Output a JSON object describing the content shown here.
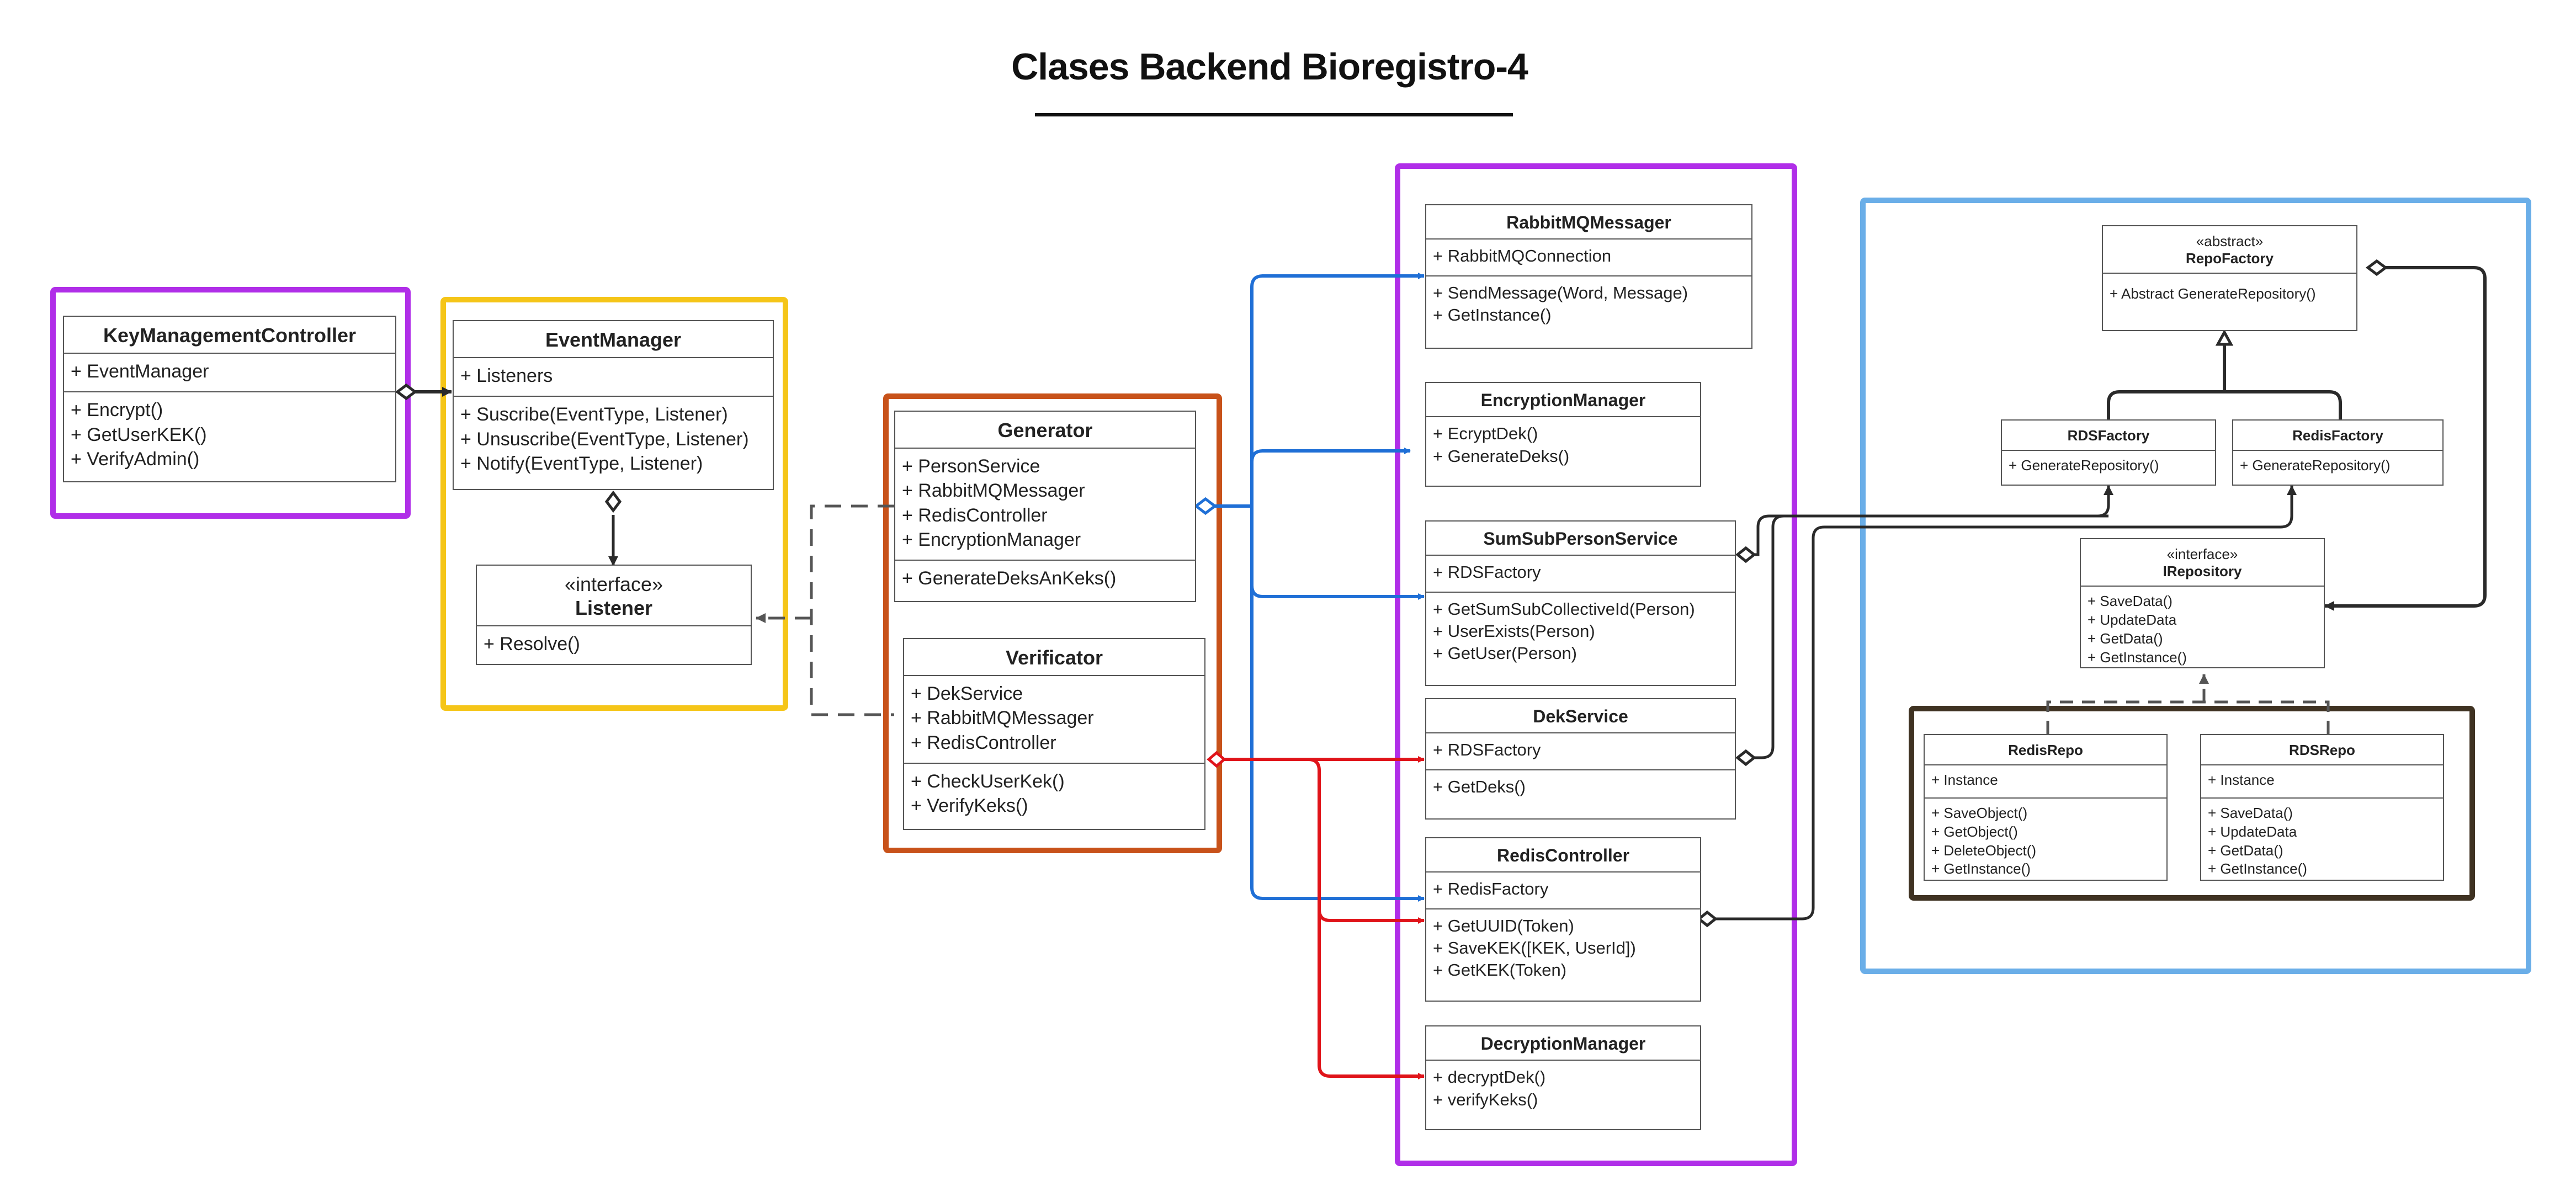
{
  "title": "Clases Backend Bioregistro-4",
  "colors": {
    "purple": "#b02ee8",
    "yellow": "#f5c518",
    "orange": "#c8521a",
    "light_blue": "#6aaee8",
    "dark_brown": "#3f3222",
    "blue_link": "#1f6fd6",
    "red_link": "#e0141a",
    "black_link": "#2a2a2a",
    "dashed_link": "#555555"
  },
  "classes": {
    "key_management_controller": {
      "name": "KeyManagementController",
      "attributes": [
        "+ EventManager"
      ],
      "methods": [
        "+ Encrypt()",
        "+ GetUserKEK()",
        "+ VerifyAdmin()"
      ]
    },
    "event_manager": {
      "name": "EventManager",
      "attributes": [
        "+ Listeners"
      ],
      "methods": [
        "+ Suscribe(EventType, Listener)",
        "+ Unsuscribe(EventType, Listener)",
        "+ Notify(EventType, Listener)"
      ]
    },
    "listener": {
      "stereotype": "«interface»",
      "name": "Listener",
      "methods": [
        "+ Resolve()"
      ]
    },
    "generator": {
      "name": "Generator",
      "attributes": [
        "+ PersonService",
        "+ RabbitMQMessager",
        "+ RedisController",
        "+ EncryptionManager"
      ],
      "methods": [
        "+ GenerateDeksAnKeks()"
      ]
    },
    "verificator": {
      "name": "Verificator",
      "attributes": [
        "+ DekService",
        "+ RabbitMQMessager",
        "+ RedisController"
      ],
      "methods": [
        "+ CheckUserKek()",
        "+ VerifyKeks()"
      ]
    },
    "rabbitmq_messager": {
      "name": "RabbitMQMessager",
      "attributes": [
        "+ RabbitMQConnection"
      ],
      "methods": [
        "+ SendMessage(Word, Message)",
        "+ GetInstance()"
      ]
    },
    "encryption_manager": {
      "name": "EncryptionManager",
      "methods": [
        "+ EcryptDek()",
        "+ GenerateDeks()"
      ]
    },
    "sumsub_person_service": {
      "name": "SumSubPersonService",
      "attributes": [
        "+ RDSFactory"
      ],
      "methods": [
        "+ GetSumSubCollectiveId(Person)",
        "+ UserExists(Person)",
        "+ GetUser(Person)"
      ]
    },
    "dek_service": {
      "name": "DekService",
      "attributes": [
        "+ RDSFactory"
      ],
      "methods": [
        "+ GetDeks()"
      ]
    },
    "redis_controller": {
      "name": "RedisController",
      "attributes": [
        "+ RedisFactory"
      ],
      "methods": [
        "+ GetUUID(Token)",
        "+ SaveKEK([KEK, UserId])",
        "+ GetKEK(Token)"
      ]
    },
    "decryption_manager": {
      "name": "DecryptionManager",
      "methods": [
        "+ decryptDek()",
        "+ verifyKeks()"
      ]
    },
    "repo_factory": {
      "stereotype": "«abstract»",
      "name": "RepoFactory",
      "methods": [
        "+  Abstract GenerateRepository()"
      ]
    },
    "rds_factory": {
      "name": "RDSFactory",
      "methods": [
        "+  GenerateRepository()"
      ]
    },
    "redis_factory": {
      "name": "RedisFactory",
      "methods": [
        "+  GenerateRepository()"
      ]
    },
    "irepository": {
      "stereotype": "«interface»",
      "name": "IRepository",
      "methods": [
        "+ SaveData()",
        "+ UpdateData",
        "+ GetData()",
        "+ GetInstance()"
      ]
    },
    "redis_repo": {
      "name": "RedisRepo",
      "attributes": [
        "+ Instance"
      ],
      "methods": [
        "+ SaveObject()",
        "+ GetObject()",
        "+ DeleteObject()",
        "+ GetInstance()"
      ]
    },
    "rds_repo": {
      "name": "RDSRepo",
      "attributes": [
        "+ Instance"
      ],
      "methods": [
        "+ SaveData()",
        "+ UpdateData",
        "+ GetData()",
        "+ GetInstance()"
      ]
    }
  }
}
